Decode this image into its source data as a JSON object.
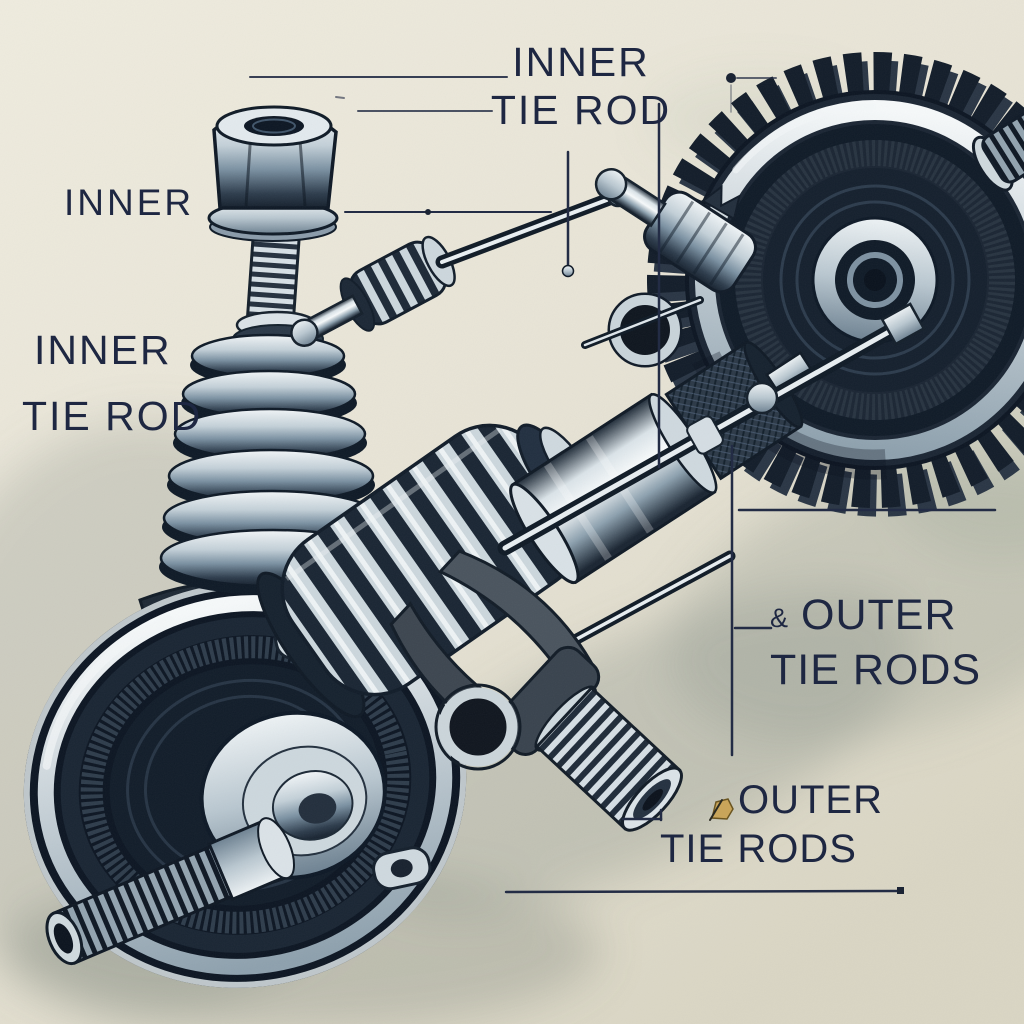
{
  "figure": {
    "description": "Hand-drawn style technical illustration of a vehicle steering assembly showing inner and outer tie rods, steering rack boots, a CV axle hub with splined shaft and a ring-gear joint",
    "background_color": "#e9e5d8",
    "text_color": "#1e2742",
    "leader_line_color": "#232c45",
    "steel_dark": "#141e2b",
    "steel_light": "#d3dde3",
    "accent_gold": "#c9a55a"
  },
  "labels": {
    "inner": "INNER",
    "top": {
      "line1": "INNER",
      "line2": "TIE ROD"
    },
    "left": {
      "line1": "INNER",
      "line2": "TIE ROD"
    },
    "mid_right": {
      "amp": "&",
      "line1": "OUTER",
      "line2": "TIE RODS"
    },
    "bottom_right": {
      "line1": "OUTER",
      "line2": "TIE RODS"
    }
  },
  "parts": [
    "flanged-hex-nut-and-threaded-stud",
    "rack-boot-bellows-stack",
    "cv-axle-hub-drum",
    "splined-axle-shaft",
    "steering-rack-boot",
    "steering-rack-cylinder",
    "inner-tie-rod",
    "outer-tie-rod-end",
    "ring-gear-cv-joint",
    "gear-spline-stub",
    "clevis-yoke-with-threaded-stub"
  ]
}
